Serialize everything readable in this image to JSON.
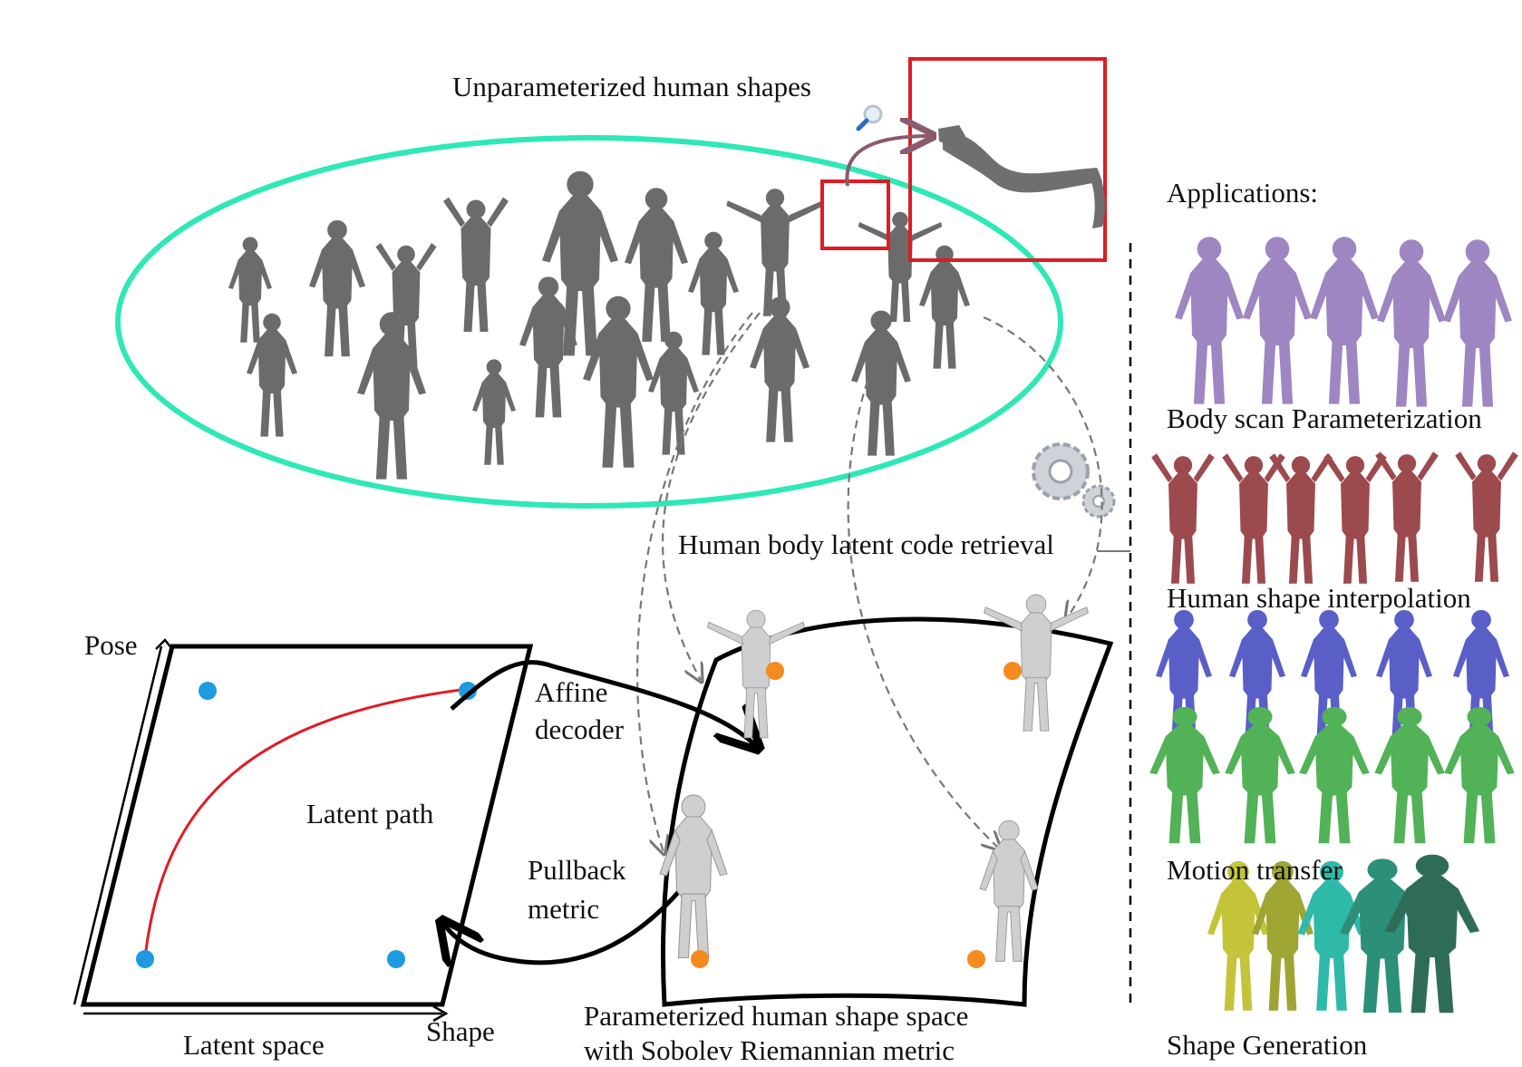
{
  "labels": {
    "unparameterized": "Unparameterized human shapes",
    "applications": "Applications:",
    "body_scan": "Body scan Parameterization",
    "retrieval": "Human body latent code retrieval",
    "interpolation": "Human shape interpolation",
    "motion_transfer": "Motion transfer",
    "shape_generation": "Shape Generation",
    "pose": "Pose",
    "shape": "Shape",
    "latent_space": "Latent space",
    "latent_path": "Latent path",
    "affine_decoder_1": "Affine",
    "affine_decoder_2": "decoder",
    "pullback_1": "Pullback",
    "pullback_2": "metric",
    "param_space_1": "Parameterized human shape space",
    "param_space_2": "with Sobolev Riemannian metric"
  },
  "colors": {
    "ellipse": "#2ee8b6",
    "highlight_box": "#e01b24",
    "scan_figures": "#6b6b6b",
    "decoded_figures": "#cfcfcf",
    "latent_point": "#1e9be0",
    "manifold_point": "#f58a1f",
    "latent_path": "#e01b24",
    "body_scan_app": "#9d86c2",
    "interpolation_app": "#9c4a4e",
    "motion_app_top": "#5a5fc8",
    "motion_app_bottom": "#52b257",
    "generation_app": [
      "#c3c43a",
      "#9ea532",
      "#2fb9a9",
      "#2c8f78",
      "#2f6c58"
    ]
  },
  "icons": {
    "magnifier": "magnifier-icon",
    "gears": "gears-icon"
  }
}
